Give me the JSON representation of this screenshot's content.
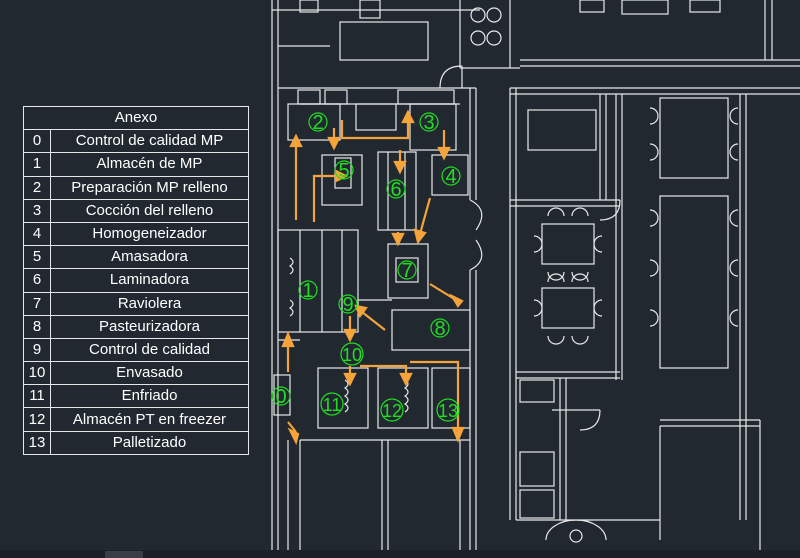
{
  "annex": {
    "title": "Anexo",
    "rows": [
      {
        "num": "0",
        "label": "Control de calidad MP"
      },
      {
        "num": "1",
        "label": "Almacén de MP"
      },
      {
        "num": "2",
        "label": "Preparación MP relleno"
      },
      {
        "num": "3",
        "label": "Cocción del relleno"
      },
      {
        "num": "4",
        "label": "Homogeneizador"
      },
      {
        "num": "5",
        "label": "Amasadora"
      },
      {
        "num": "6",
        "label": "Laminadora"
      },
      {
        "num": "7",
        "label": "Raviolera"
      },
      {
        "num": "8",
        "label": "Pasteurizadora"
      },
      {
        "num": "9",
        "label": "Control de calidad"
      },
      {
        "num": "10",
        "label": "Envasado"
      },
      {
        "num": "11",
        "label": "Enfriado"
      },
      {
        "num": "12",
        "label": "Almacén PT en freezer"
      },
      {
        "num": "13",
        "label": "Palletizado"
      }
    ]
  },
  "station_labels": {
    "s0": "0",
    "s1": "1",
    "s2": "2",
    "s3": "3",
    "s4": "4",
    "s5": "5",
    "s6": "6",
    "s7": "7",
    "s8": "8",
    "s9": "9",
    "s10": "10",
    "s11": "11",
    "s12": "12",
    "s13": "13"
  },
  "colors": {
    "background": "#212830",
    "wall": "#e8e8e8",
    "flow_arrow": "#f4a43a",
    "station_label": "#22dd22",
    "table_line": "#e6e6e6"
  }
}
